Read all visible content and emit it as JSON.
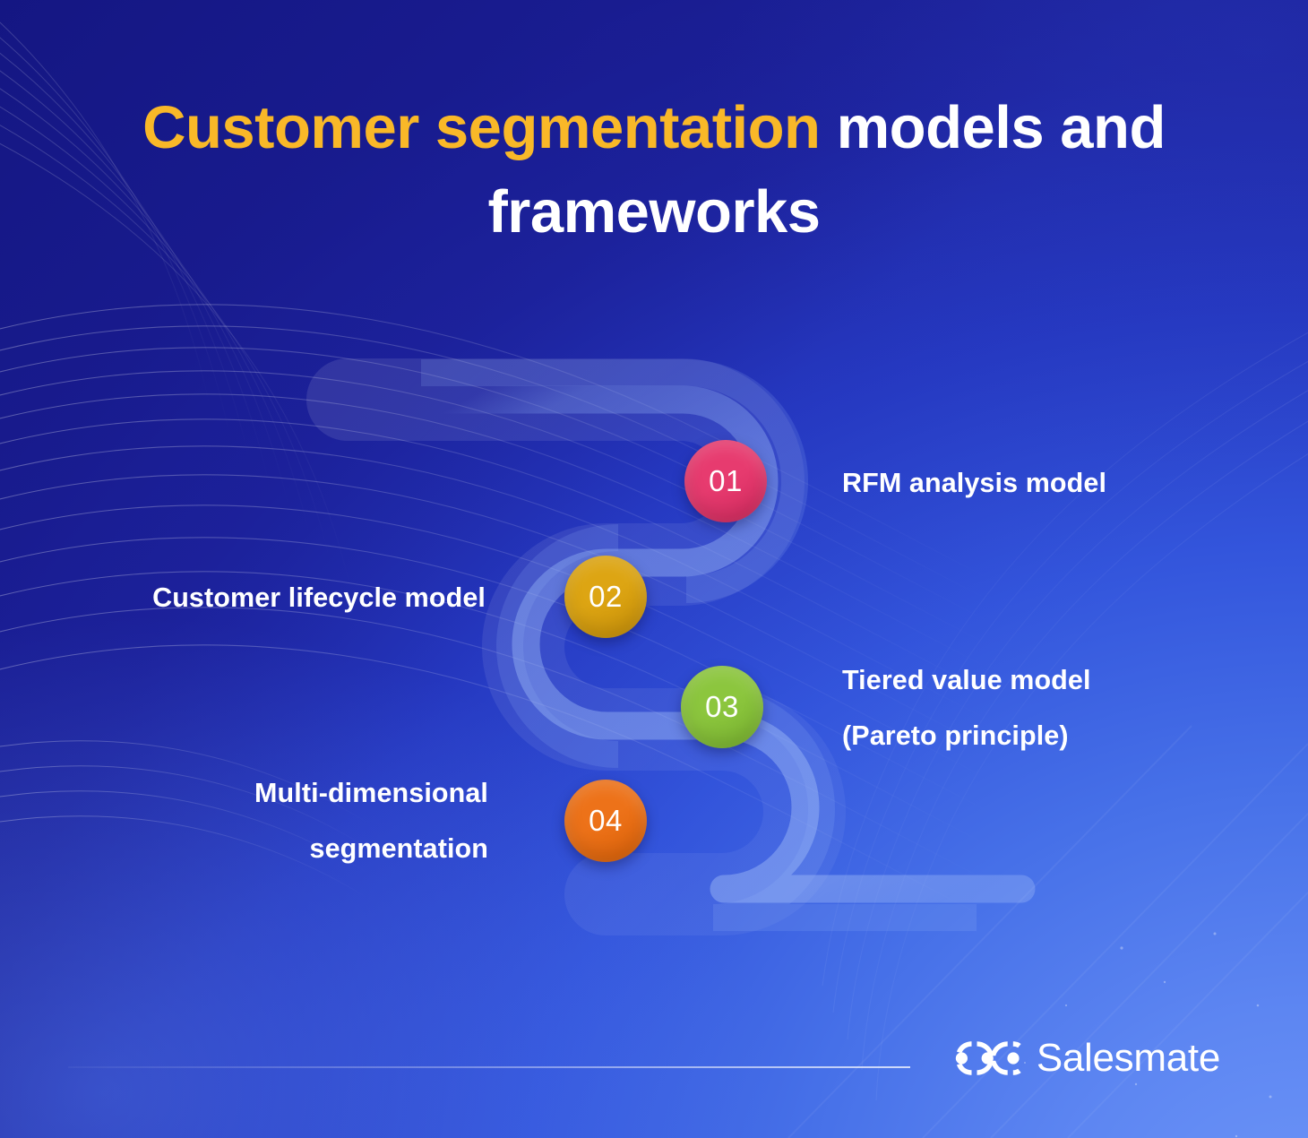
{
  "theme": {
    "bg_navy": "#1b1c8e",
    "bg_blue": "#5d86f2",
    "accent_yellow": "#f9b828",
    "text_white": "#ffffff",
    "ribbon": "rgba(150,182,250,0.34)"
  },
  "title": {
    "line1_accent": "Customer segmentation",
    "line1_rest": " models and",
    "line2": "frameworks"
  },
  "steps": [
    {
      "number": "01",
      "label": "RFM analysis model",
      "color": "#e73b6f",
      "color_dark": "#d42a5f",
      "side": "right"
    },
    {
      "number": "02",
      "label": "Customer lifecycle model",
      "color": "#dda513",
      "color_dark": "#c89008",
      "side": "left"
    },
    {
      "number": "03",
      "label": "Tiered value model\n(Pareto principle)",
      "color": "#8cc63e",
      "color_dark": "#7ab42f",
      "side": "right"
    },
    {
      "number": "04",
      "label": "Multi-dimensional\nsegmentation",
      "color": "#ed7219",
      "color_dark": "#dc6208",
      "side": "left"
    }
  ],
  "footer": {
    "brand_name": "Salesmate",
    "logo_icon": "salesmate-logo-icon"
  }
}
